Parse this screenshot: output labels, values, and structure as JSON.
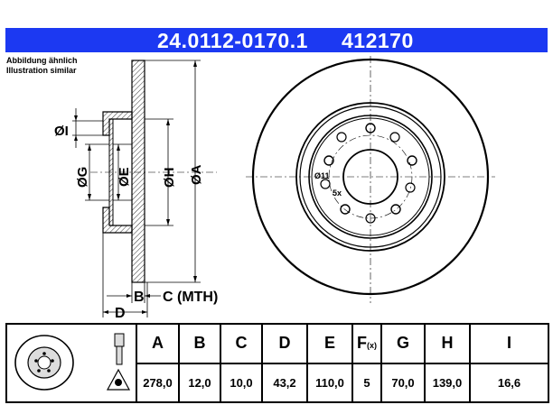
{
  "header": {
    "part_number": "24.0112-0170.1",
    "alt_number": "412170"
  },
  "note": {
    "line1": "Abbildung ähnlich",
    "line2": "Illustration similar"
  },
  "dimension_labels": {
    "I": "ØI",
    "G": "ØG",
    "E": "ØE",
    "H": "ØH",
    "A": "ØA",
    "B": "B",
    "C": "C (MTH)",
    "D": "D"
  },
  "front_view": {
    "hole_label": "Ø11",
    "hole_count": "5x"
  },
  "table": {
    "headers": [
      "A",
      "B",
      "C",
      "D",
      "E",
      "F",
      "G",
      "H",
      "I"
    ],
    "header_F_suffix": "(x)",
    "values": [
      "278,0",
      "12,0",
      "10,0",
      "43,2",
      "110,0",
      "5",
      "70,0",
      "139,0",
      "16,6"
    ]
  },
  "colors": {
    "header_bg": "#1c39f2",
    "header_text": "#ffffff"
  }
}
